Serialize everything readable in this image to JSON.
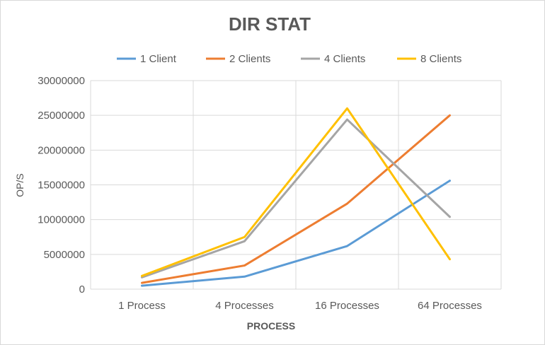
{
  "chart_data": {
    "type": "line",
    "title": "DIR STAT",
    "xlabel": "PROCESS",
    "ylabel": "OP/S",
    "categories": [
      "1 Process",
      "4 Processes",
      "16 Processes",
      "64 Processes"
    ],
    "y_ticks": [
      "0",
      "5000000",
      "10000000",
      "15000000",
      "20000000",
      "25000000",
      "30000000"
    ],
    "ylim": [
      0,
      30000000
    ],
    "grid": "vertical and horizontal",
    "legend_position": "top",
    "series": [
      {
        "name": "1 Client",
        "color": "#5b9bd5",
        "values": [
          500000,
          1800000,
          6200000,
          15600000
        ]
      },
      {
        "name": "2 Clients",
        "color": "#ed7d31",
        "values": [
          900000,
          3400000,
          12300000,
          25000000
        ]
      },
      {
        "name": "4 Clients",
        "color": "#a5a5a5",
        "values": [
          1700000,
          6900000,
          24400000,
          10400000
        ]
      },
      {
        "name": "8 Clients",
        "color": "#ffc000",
        "values": [
          1900000,
          7500000,
          26000000,
          4300000
        ]
      }
    ]
  }
}
